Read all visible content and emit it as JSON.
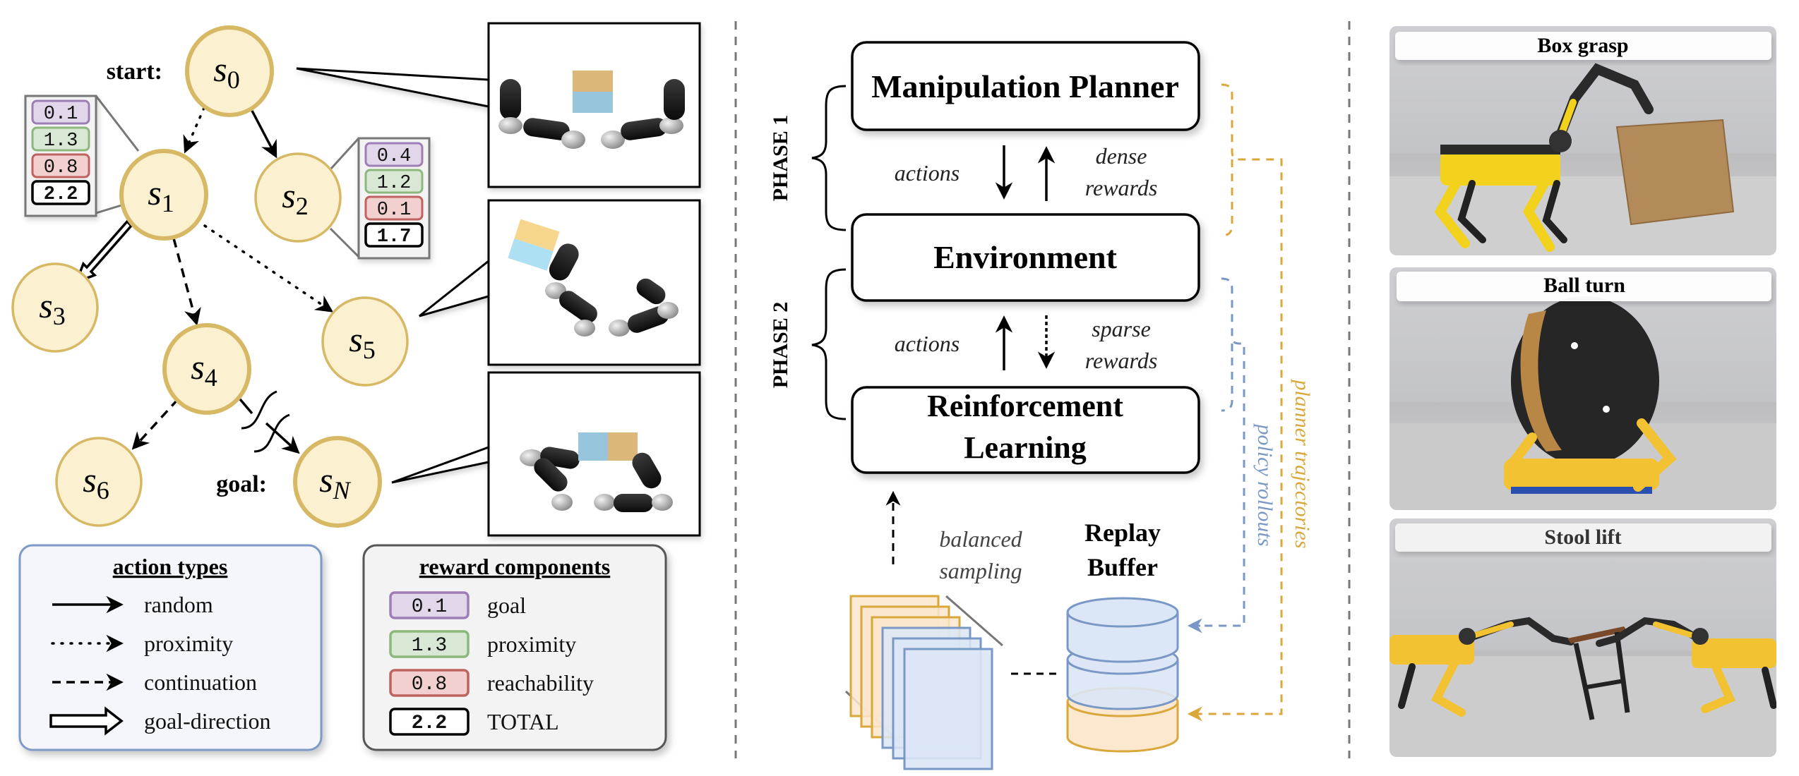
{
  "tree": {
    "start_label": "start:",
    "goal_label": "goal:",
    "nodes": [
      {
        "id": "s0",
        "base": "s",
        "sub": "0",
        "emphasis": true
      },
      {
        "id": "s1",
        "base": "s",
        "sub": "1",
        "emphasis": true
      },
      {
        "id": "s2",
        "base": "s",
        "sub": "2",
        "emphasis": false
      },
      {
        "id": "s3",
        "base": "s",
        "sub": "3",
        "emphasis": false
      },
      {
        "id": "s4",
        "base": "s",
        "sub": "4",
        "emphasis": true
      },
      {
        "id": "s5",
        "base": "s",
        "sub": "5",
        "emphasis": false
      },
      {
        "id": "s6",
        "base": "s",
        "sub": "6",
        "emphasis": false
      },
      {
        "id": "sN",
        "base": "s",
        "sub": "N",
        "emphasis": true
      }
    ],
    "edges": [
      {
        "from": "s0",
        "to": "s1",
        "type": "proximity"
      },
      {
        "from": "s0",
        "to": "s2",
        "type": "random"
      },
      {
        "from": "s1",
        "to": "s3",
        "type": "goal-direction"
      },
      {
        "from": "s1",
        "to": "s4",
        "type": "continuation"
      },
      {
        "from": "s1",
        "to": "s5",
        "type": "proximity"
      },
      {
        "from": "s4",
        "to": "s6",
        "type": "continuation"
      },
      {
        "from": "s4",
        "to": "sN",
        "type": "random",
        "elided": true
      }
    ],
    "reward_boxes": [
      {
        "node": "s1",
        "goal": "0.1",
        "proximity": "1.3",
        "reachability": "0.8",
        "total": "2.2"
      },
      {
        "node": "s2",
        "goal": "0.4",
        "proximity": "1.2",
        "reachability": "0.1",
        "total": "1.7"
      }
    ],
    "snapshots": [
      {
        "node": "s0",
        "description": "two robot arms apart, box of tan-top and blue-bottom cubes centered"
      },
      {
        "node": "s5",
        "description": "left arm reaching tilted box, right arm folded"
      },
      {
        "node": "sN",
        "description": "box rotated: blue and tan cubes side by side between arms"
      }
    ]
  },
  "legend_actions": {
    "title": "action types",
    "items": [
      {
        "type": "random",
        "label": "random"
      },
      {
        "type": "proximity",
        "label": "proximity"
      },
      {
        "type": "continuation",
        "label": "continuation"
      },
      {
        "type": "goal-direction",
        "label": "goal-direction"
      }
    ]
  },
  "legend_rewards": {
    "title": "reward components",
    "items": [
      {
        "value": "0.1",
        "label": "goal",
        "kind": "goal"
      },
      {
        "value": "1.3",
        "label": "proximity",
        "kind": "proximity"
      },
      {
        "value": "0.8",
        "label": "reachability",
        "kind": "reachability"
      },
      {
        "value": "2.2",
        "label": "TOTAL",
        "kind": "total"
      }
    ]
  },
  "colors": {
    "node_fill": "#fbf0cf",
    "node_stroke": "#d6b865",
    "goal_fill": "#e2d6ea",
    "goal_stroke": "#9d7fb5",
    "proximity_fill": "#d9e8d5",
    "proximity_stroke": "#8cb87d",
    "reachability_fill": "#f1d0cf",
    "reachability_stroke": "#c0625f",
    "total_fill": "#ffffff",
    "total_stroke": "#000000",
    "action_legend_bg": "#f4f6fc",
    "action_legend_border": "#7d9ac8",
    "reward_legend_bg": "#f3f3f3",
    "reward_legend_border": "#555555",
    "planner_color": "#d9a73a",
    "policy_color": "#7a98c6",
    "separator": "#777777"
  },
  "pipeline": {
    "phase1": "PHASE 1",
    "phase2": "PHASE 2",
    "planner_box": "Manipulation Planner",
    "env_box": "Environment",
    "rl_box_line1": "Reinforcement",
    "rl_box_line2": "Learning",
    "p1_left": "actions",
    "p1_right_line1": "dense",
    "p1_right_line2": "rewards",
    "p2_left": "actions",
    "p2_right_line1": "sparse",
    "p2_right_line2": "rewards",
    "sampling_line1": "balanced",
    "sampling_line2": "sampling",
    "buffer_line1": "Replay",
    "buffer_line2": "Buffer",
    "planner_traj": "planner trajectories",
    "policy_rollouts": "policy rollouts"
  },
  "photos": [
    {
      "title": "Box grasp",
      "scene": "quadruped robot with arm grasping cardboard box"
    },
    {
      "title": "Ball turn",
      "scene": "quadruped robot on its back rotating a large black-and-tan ball"
    },
    {
      "title": "Stool lift",
      "scene": "two quadruped robots lifting a stool together"
    }
  ]
}
